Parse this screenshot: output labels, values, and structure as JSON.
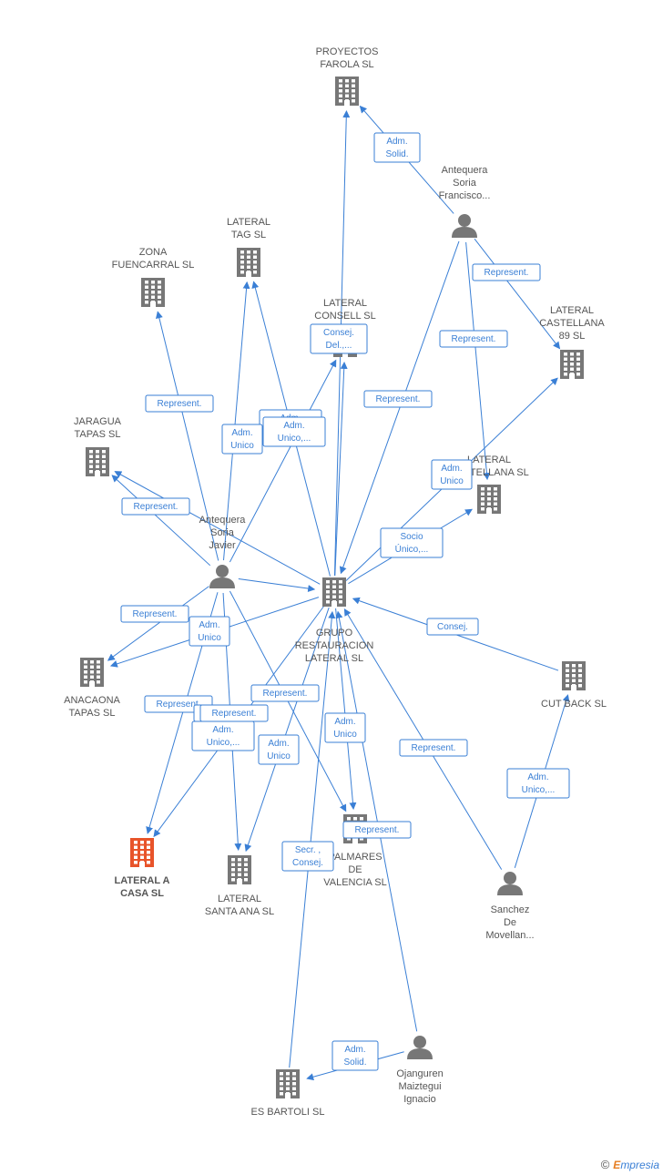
{
  "colors": {
    "edge": "#3a7fd5",
    "company": "#777777",
    "highlight": "#e8542a",
    "person": "#777777"
  },
  "nodes": {
    "proyectos_farola": {
      "type": "company",
      "lines": [
        "PROYECTOS",
        "FAROLA SL"
      ]
    },
    "antequera_soria": {
      "type": "person",
      "lines": [
        "Antequera",
        "Soria",
        "Francisco..."
      ]
    },
    "lateral_tag": {
      "type": "company",
      "lines": [
        "LATERAL",
        "TAG  SL"
      ]
    },
    "zona_fuencarral": {
      "type": "company",
      "lines": [
        "ZONA",
        "FUENCARRAL SL"
      ]
    },
    "lateral_consell": {
      "type": "company",
      "lines": [
        "LATERAL",
        "CONSELL  SL"
      ]
    },
    "lateral_castellana_89": {
      "type": "company",
      "lines": [
        "LATERAL",
        "CASTELLANA",
        "89 SL"
      ]
    },
    "jaragua_tapas": {
      "type": "company",
      "lines": [
        "JARAGUA",
        "TAPAS SL"
      ]
    },
    "lateral_castellana": {
      "type": "company",
      "lines": [
        "LATERAL",
        "CASTELLANA SL"
      ]
    },
    "antequera_javier": {
      "type": "person",
      "lines": [
        "Antequera",
        "Soria",
        "Javier"
      ]
    },
    "grupo_restauracion": {
      "type": "company",
      "lines": [
        "GRUPO",
        "RESTAURACION",
        "LATERAL SL"
      ]
    },
    "anacaona_tapas": {
      "type": "company",
      "lines": [
        "ANACAONA",
        "TAPAS SL"
      ]
    },
    "cut_back": {
      "type": "company",
      "lines": [
        "CUT BACK SL"
      ]
    },
    "lateral_a_casa": {
      "type": "company",
      "highlight": true,
      "lines": [
        "LATERAL A",
        "CASA  SL"
      ]
    },
    "lateral_santa_ana": {
      "type": "company",
      "lines": [
        "LATERAL",
        "SANTA ANA SL"
      ]
    },
    "palmares_valencia": {
      "type": "company",
      "lines": [
        "PALMARES",
        "DE",
        "VALENCIA SL"
      ]
    },
    "sanchez_movellan": {
      "type": "person",
      "lines": [
        "Sanchez",
        "De",
        "Movellan..."
      ]
    },
    "ojanguren": {
      "type": "person",
      "lines": [
        "Ojanguren",
        "Maiztegui",
        "Ignacio"
      ]
    },
    "es_bartoli": {
      "type": "company",
      "lines": [
        "ES BARTOLI  SL"
      ]
    }
  },
  "edges": [
    {
      "from": "antequera_soria",
      "to": "proyectos_farola",
      "label": [
        "Adm.",
        "Solid."
      ]
    },
    {
      "from": "antequera_soria",
      "to": "lateral_castellana_89",
      "label": [
        "Represent."
      ]
    },
    {
      "from": "antequera_soria",
      "to": "lateral_castellana",
      "label": [
        "Represent."
      ]
    },
    {
      "from": "antequera_soria",
      "to": "grupo_restauracion",
      "label": [
        "Represent."
      ]
    },
    {
      "from": "grupo_restauracion",
      "to": "proyectos_farola",
      "label": []
    },
    {
      "from": "grupo_restauracion",
      "to": "lateral_consell",
      "label": [
        "Consej.",
        "Del.,..."
      ]
    },
    {
      "from": "grupo_restauracion",
      "to": "lateral_tag",
      "label": [
        "Adm.",
        "Unico,..."
      ]
    },
    {
      "from": "grupo_restauracion",
      "to": "lateral_castellana_89",
      "label": [
        "Adm.",
        "Unico"
      ]
    },
    {
      "from": "grupo_restauracion",
      "to": "lateral_castellana",
      "label": [
        "Socio",
        "Único,..."
      ]
    },
    {
      "from": "grupo_restauracion",
      "to": "anacaona_tapas",
      "label": [
        "Represent."
      ]
    },
    {
      "from": "grupo_restauracion",
      "to": "lateral_santa_ana",
      "label": [
        "Adm.",
        "Unico"
      ]
    },
    {
      "from": "grupo_restauracion",
      "to": "palmares_valencia",
      "label": [
        "Adm.",
        "Unico"
      ]
    },
    {
      "from": "grupo_restauracion",
      "to": "lateral_a_casa",
      "label": [
        "Adm.",
        "Unico,..."
      ]
    },
    {
      "from": "grupo_restauracion",
      "to": "jaragua_tapas",
      "label": []
    },
    {
      "from": "antequera_javier",
      "to": "zona_fuencarral",
      "label": [
        "Represent."
      ]
    },
    {
      "from": "antequera_javier",
      "to": "lateral_tag",
      "label": [
        "Adm.",
        "Unico"
      ]
    },
    {
      "from": "antequera_javier",
      "to": "lateral_consell",
      "label": [
        "Adm.",
        "Unico,..."
      ]
    },
    {
      "from": "antequera_javier",
      "to": "jaragua_tapas",
      "label": [
        "Represent."
      ]
    },
    {
      "from": "antequera_javier",
      "to": "anacaona_tapas",
      "label": [
        "Represent."
      ]
    },
    {
      "from": "antequera_javier",
      "to": "lateral_a_casa",
      "label": [
        "Represent."
      ]
    },
    {
      "from": "antequera_javier",
      "to": "lateral_santa_ana",
      "label": [
        "Represent."
      ]
    },
    {
      "from": "antequera_javier",
      "to": "palmares_valencia",
      "label": [
        "Represent."
      ]
    },
    {
      "from": "antequera_javier",
      "to": "grupo_restauracion",
      "label": [
        "Adm.",
        "Unico"
      ]
    },
    {
      "from": "cut_back",
      "to": "grupo_restauracion",
      "label": [
        "Consej."
      ]
    },
    {
      "from": "sanchez_movellan",
      "to": "grupo_restauracion",
      "label": [
        "Represent."
      ]
    },
    {
      "from": "sanchez_movellan",
      "to": "cut_back",
      "label": [
        "Adm.",
        "Unico,..."
      ]
    },
    {
      "from": "ojanguren",
      "to": "grupo_restauracion",
      "label": [
        "Represent."
      ]
    },
    {
      "from": "ojanguren",
      "to": "es_bartoli",
      "label": [
        "Adm.",
        "Solid."
      ]
    },
    {
      "from": "es_bartoli",
      "to": "grupo_restauracion",
      "label": [
        "Secr. ,",
        "Consej."
      ]
    }
  ],
  "footer": {
    "copyright": "©",
    "brand_first": "E",
    "brand_rest": "mpresia"
  }
}
